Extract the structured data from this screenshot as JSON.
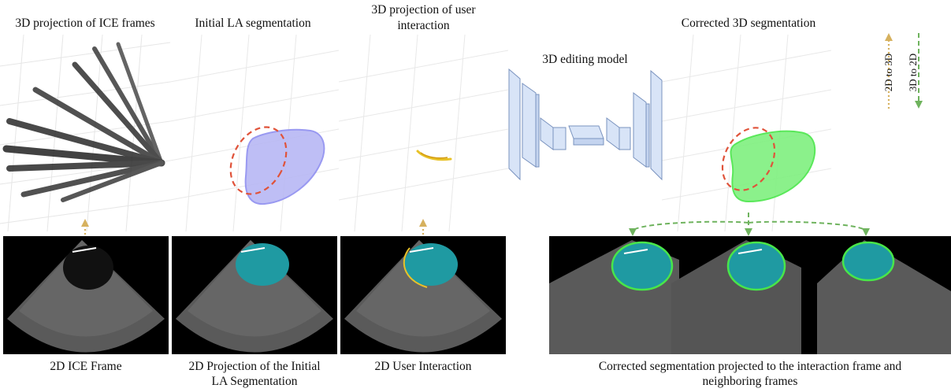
{
  "titles": {
    "ice3d": "3D projection of ICE frames",
    "initial_la": "Initial LA segmentation",
    "user3d_line1": "3D projection of user",
    "user3d_line2": "interaction",
    "editing_model": "3D editing model",
    "corrected3d": "Corrected 3D segmentation"
  },
  "legend": {
    "to3d": "2D to 3D",
    "to2d": "3D to 2D"
  },
  "captions": {
    "ice2d": "2D ICE Frame",
    "proj_line1": "2D Projection of the Initial",
    "proj_line2": "LA Segmentation",
    "user2d": "2D User Interaction",
    "corrected_line1": "Corrected segmentation projected to the interaction frame and",
    "corrected_line2": "neighboring frames"
  },
  "colors": {
    "gold_arrow": "#d6b15e",
    "green_arrow": "#6fb35e",
    "red_dashed": "#e0533a",
    "initial_seg": "#8f8ff0",
    "corrected_seg": "#49e649",
    "teal_overlay": "#1f9aa2",
    "user_line": "#e8c228",
    "model_block": "#d8e4f7"
  }
}
